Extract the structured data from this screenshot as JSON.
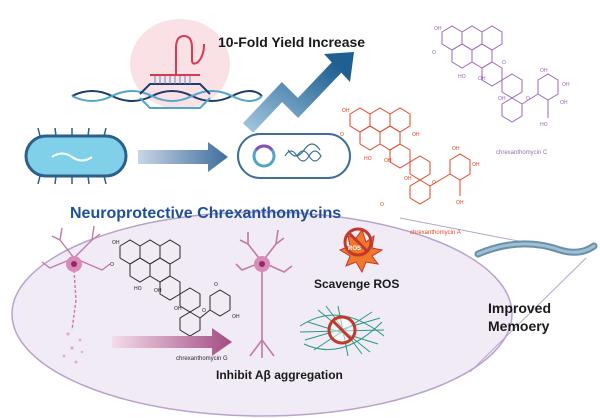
{
  "title_yield": "10-Fold Yield Increase",
  "title_neuro": "Neuroprotective Chrexanthomycins",
  "compounds": {
    "c": "chrexanthomycin C",
    "a": "chrexanthomycin A",
    "g": "chrexanthomycin G"
  },
  "effects": {
    "ros_badge": "ROS",
    "scavenge": "Scavenge ROS",
    "inhibit": "Inhibit Aβ aggregation",
    "memory_line1": "Improved",
    "memory_line2": "Memoery"
  },
  "colors": {
    "chrexanthomycin_c": "#9b6bb5",
    "chrexanthomycin_a": "#e0472b",
    "chrexanthomycin_g": "#2a2a2a",
    "title_blue": "#1f4f96",
    "ellipse_fill": "#f1ebf6",
    "neuron": "#c27aa6",
    "bacterium": "#7fd0e8"
  }
}
